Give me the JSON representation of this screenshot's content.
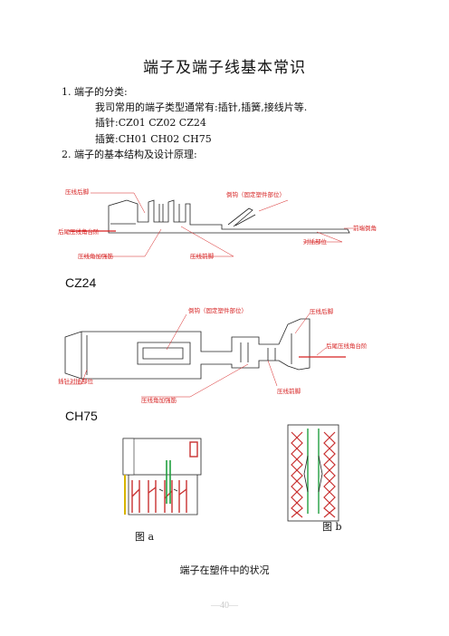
{
  "title": "端子及端子线基本常识",
  "sections": [
    {
      "heading": "1.  端子的分类:",
      "lines": [
        "我司常用的端子类型通常有:插针,插簧,接线片等.",
        "插针:CZ01    CZ02    CZ24",
        "插簧:CH01    CH02    CH75"
      ]
    },
    {
      "heading": "2.  端子的基本结构及设计原理:",
      "lines": []
    }
  ],
  "figure1": {
    "labels": {
      "rear_crimp": "压线后脚",
      "barb": "倒钩（固定塑件部位）",
      "rear_bellmouth": "后尾压线角台阶",
      "lead_in": "前端倒角",
      "mating_area": "对插部位",
      "crimp_rib": "压线角加强筋",
      "front_crimp": "压线前脚"
    }
  },
  "figure2": {
    "labels": {
      "barb": "倒钩（固定塑件部位）",
      "rear_crimp": "压线后脚",
      "rear_bellmouth": "后尾压线角台阶",
      "mating_area": "插针对插部位",
      "front_crimp": "压线前脚",
      "crimp_rib": "压线角加强筋"
    }
  },
  "figures": {
    "cz24_label": "CZ24",
    "ch75_label": "CH75",
    "caption_a": "图 a",
    "caption_b": "图 b",
    "caption": "端子在塑件中的状况"
  },
  "footer": {
    "page_number": "—40—"
  }
}
